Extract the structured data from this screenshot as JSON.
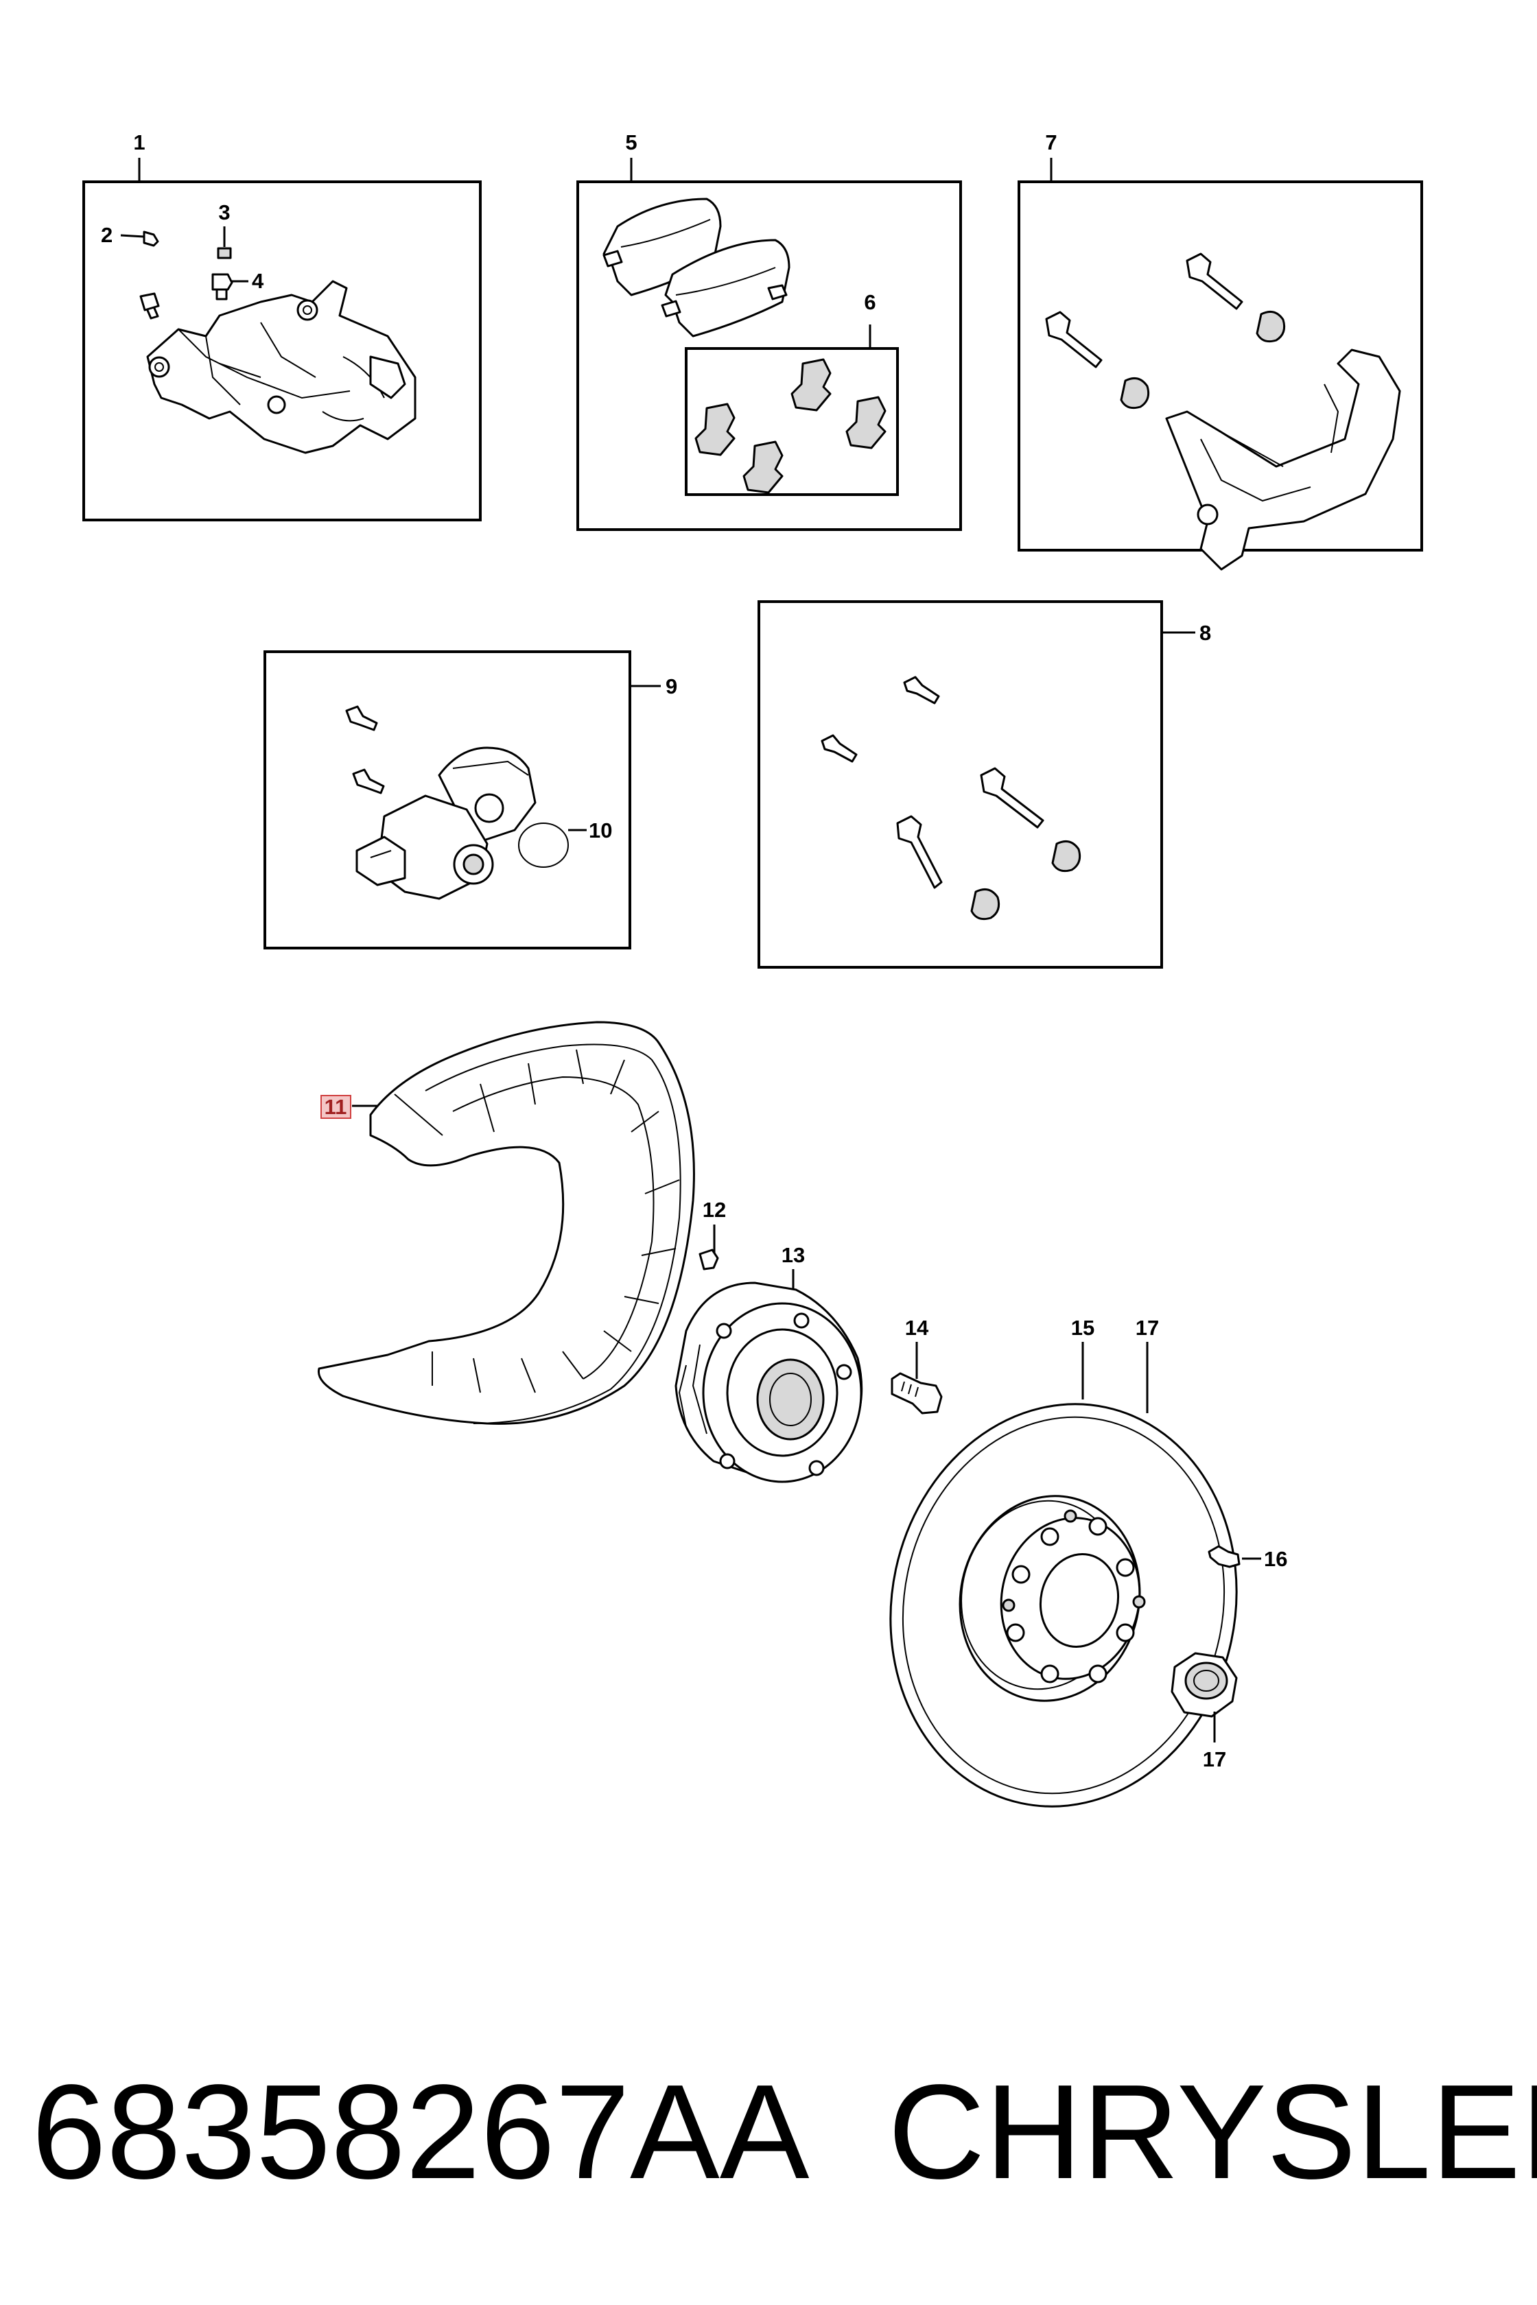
{
  "callouts": {
    "c1": "1",
    "c2": "2",
    "c3": "3",
    "c4": "4",
    "c5": "5",
    "c6": "6",
    "c7": "7",
    "c8": "8",
    "c9": "9",
    "c10": "10",
    "c11": "11",
    "c12": "12",
    "c13": "13",
    "c14": "14",
    "c15": "15",
    "c16": "16",
    "c17a": "17",
    "c17b": "17"
  },
  "footer": {
    "part_number": "68358267AA",
    "brand": "CHRYSLER"
  }
}
